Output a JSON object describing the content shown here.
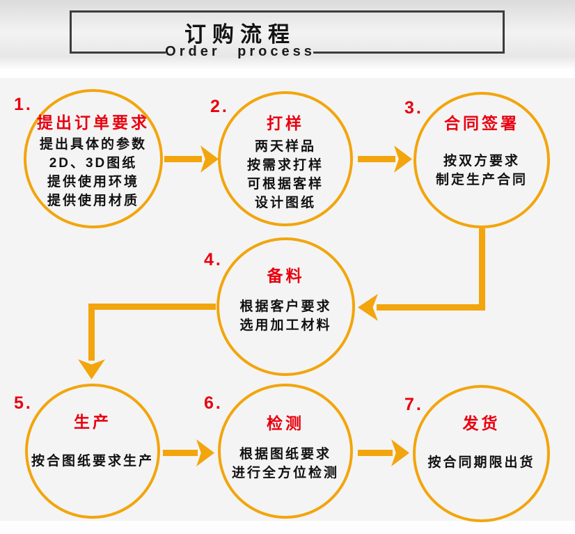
{
  "header": {
    "title": "订购流程",
    "subtitle": "Order process"
  },
  "steps": [
    {
      "number": "1.",
      "title": "提出订单要求",
      "lines": [
        "提出具体的参数",
        "2D、3D图纸",
        "提供使用环境",
        "提供使用材质"
      ]
    },
    {
      "number": "2.",
      "title": "打样",
      "lines": [
        "两天样品",
        "按需求打样",
        "可根据客样",
        "设计图纸"
      ]
    },
    {
      "number": "3.",
      "title": "合同签署",
      "lines": [
        "按双方要求",
        "制定生产合同"
      ]
    },
    {
      "number": "4.",
      "title": "备料",
      "lines": [
        "根据客户要求",
        "选用加工材料"
      ]
    },
    {
      "number": "5.",
      "title": "生产",
      "lines": [
        "按合图纸要求生产"
      ]
    },
    {
      "number": "6.",
      "title": "检测",
      "lines": [
        "根据图纸要求",
        "进行全方位检测"
      ]
    },
    {
      "number": "7.",
      "title": "发货",
      "lines": [
        "按合同期限出货"
      ]
    }
  ],
  "colors": {
    "accent_orange": "#f2a50c",
    "step_red": "#e8000f",
    "body_text": "#111111",
    "box_border": "#3c3c3c"
  }
}
